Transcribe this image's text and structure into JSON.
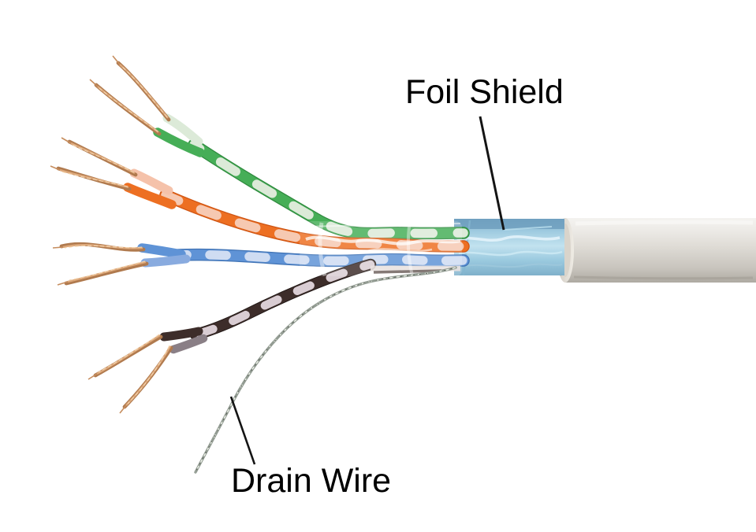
{
  "figure": {
    "type": "labeled-photo-diagram",
    "background_color": "#ffffff",
    "label_color": "#000000",
    "leader_line_color": "#141414"
  },
  "annotations": {
    "foil_shield": {
      "label": "Foil Shield"
    },
    "drain_wire": {
      "label": "Drain Wire"
    }
  },
  "cable": {
    "parts": [
      {
        "name": "outer-jacket",
        "color": "#d8d4ce"
      },
      {
        "name": "foil-shield",
        "color": "#a9d2e6"
      },
      {
        "name": "clear-wrap",
        "color": "#ffffff"
      },
      {
        "name": "drain-wire",
        "color": "#939c93"
      },
      {
        "name": "green-pair",
        "colors": [
          "#46ae57",
          "#dcead8"
        ]
      },
      {
        "name": "orange-pair",
        "colors": [
          "#ed6f22",
          "#f6c9b2"
        ]
      },
      {
        "name": "blue-pair",
        "colors": [
          "#5f93d6",
          "#cfdcf2"
        ]
      },
      {
        "name": "brown-pair",
        "colors": [
          "#3d2d2a",
          "#d9cdd3"
        ]
      },
      {
        "name": "copper-strands",
        "color": "#c1895f"
      }
    ]
  }
}
